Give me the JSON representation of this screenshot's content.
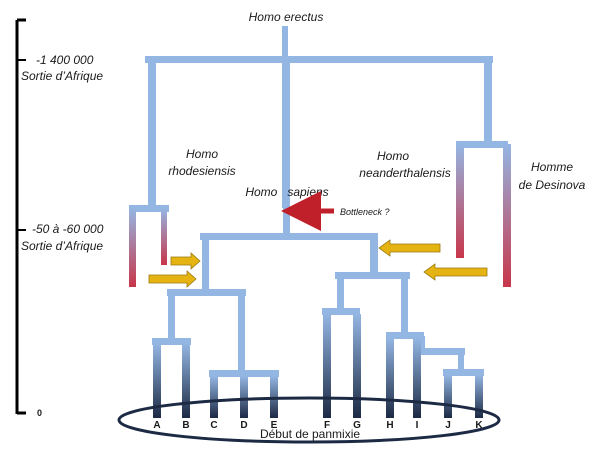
{
  "labels": {
    "root": "Homo erectus",
    "time_1_value": "-1 400 000",
    "time_1_caption": "Sortie d’Afrique",
    "time_2_value": "-50 à -60 000",
    "time_2_caption": "Sortie d’Afrique",
    "time_zero": "0",
    "rhodesiensis_genus": "Homo",
    "rhodesiensis_species": "rhodesiensis",
    "sapiens": "Homo   sapiens",
    "neander_genus": "Homo",
    "neander_species": "neanderthalensis",
    "desinova_1": "Homme",
    "desinova_2": "de Desinova",
    "bottleneck": "Bottleneck ?",
    "panmixie": "Début de panmixie"
  },
  "leaves": [
    "A",
    "B",
    "C",
    "D",
    "E",
    "F",
    "G",
    "H",
    "I",
    "J",
    "K"
  ],
  "colors": {
    "branch": "#94b6e3",
    "branch_dark": "#1c2a44",
    "red": "#c8364a",
    "arrow_red": "#c0202a",
    "arrow_gold": "#e6b412",
    "axis": "#000000"
  }
}
